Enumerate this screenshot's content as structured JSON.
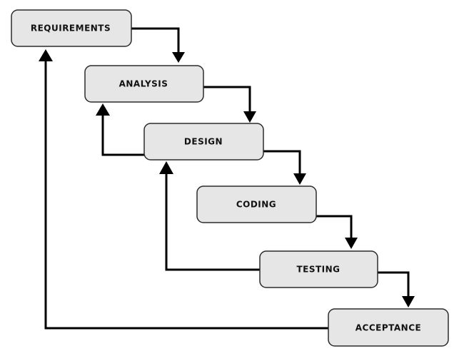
{
  "diagram": {
    "stages": [
      {
        "key": "requirements",
        "label": "REQUIREMENTS"
      },
      {
        "key": "analysis",
        "label": "ANALYSIS"
      },
      {
        "key": "design",
        "label": "DESIGN"
      },
      {
        "key": "coding",
        "label": "CODING"
      },
      {
        "key": "testing",
        "label": "TESTING"
      },
      {
        "key": "acceptance",
        "label": "ACCEPTANCE"
      }
    ],
    "colors": {
      "box_fill": "#e6e6e6",
      "box_stroke": "#2b2b2b",
      "arrow": "#000000",
      "text": "#111111"
    }
  }
}
